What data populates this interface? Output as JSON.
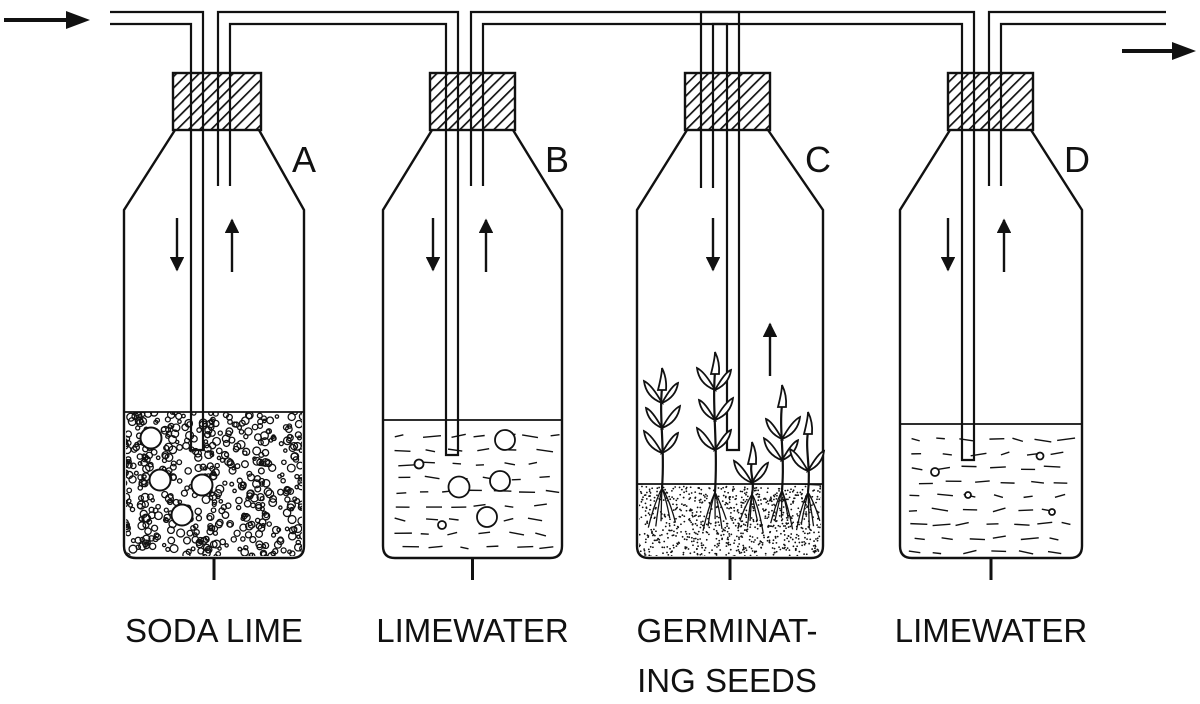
{
  "bottles": [
    {
      "letter": "A",
      "content": "soda-lime",
      "label_lines": [
        "SODA LIME"
      ]
    },
    {
      "letter": "B",
      "content": "limewater",
      "label_lines": [
        "LIMEWATER"
      ]
    },
    {
      "letter": "C",
      "content": "seeds",
      "label_lines": [
        "GERMINAT-",
        "ING SEEDS"
      ]
    },
    {
      "letter": "D",
      "content": "limewater",
      "label_lines": [
        "LIMEWATER"
      ]
    }
  ],
  "icons": {
    "inlet": "arrow-right-icon",
    "outlet": "arrow-right-icon",
    "flow_down": "arrow-down-icon",
    "flow_up": "arrow-up-icon",
    "stopper": "hatched-stopper-icon"
  },
  "colors": {
    "ink": "#111111",
    "background": "#ffffff"
  }
}
